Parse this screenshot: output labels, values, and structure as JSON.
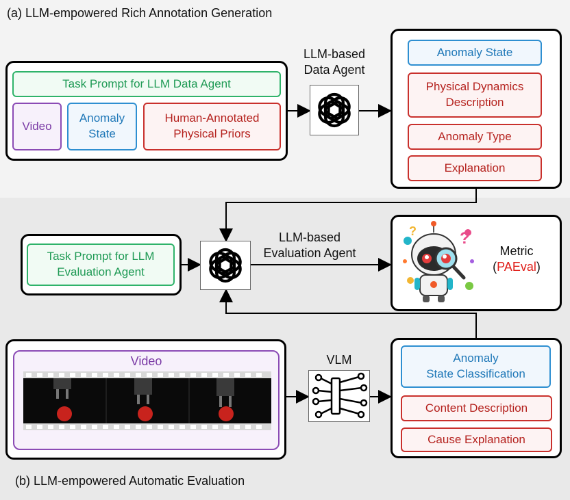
{
  "panel_a": {
    "title": "(a) LLM-empowered Rich Annotation Generation",
    "input_prompt": "Task Prompt for LLM Data Agent",
    "input_video": "Video",
    "input_anomaly_state_l1": "Anomaly",
    "input_anomaly_state_l2": "State",
    "input_priors_l1": "Human-Annotated",
    "input_priors_l2": "Physical Priors",
    "agent_label_l1": "LLM-based",
    "agent_label_l2": "Data Agent",
    "agent_icon": "openai-logo-icon",
    "output_anomaly_state": "Anomaly State",
    "output_dynamics_l1": "Physical Dynamics",
    "output_dynamics_l2": "Description",
    "output_anomaly_type": "Anomaly Type",
    "output_explanation": "Explanation"
  },
  "panel_b": {
    "title": "(b) LLM-empowered Automatic Evaluation",
    "eval_prompt_l1": "Task Prompt for LLM",
    "eval_prompt_l2": "Evaluation Agent",
    "agent_label_l1": "LLM-based",
    "agent_label_l2": "Evaluation Agent",
    "agent_icon": "openai-logo-icon",
    "metric_label": "Metric",
    "metric_open": "(",
    "metric_name": "PAEval",
    "metric_close": ")",
    "mascot_icon": "robot-magnifier-mascot-icon",
    "video_label": "Video",
    "vlm_label": "VLM",
    "vlm_icon": "neural-chip-icon",
    "output_classification_l1": "Anomaly",
    "output_classification_l2": "State Classification",
    "output_content": "Content Description",
    "output_cause": "Cause Explanation"
  },
  "colors": {
    "green": "#2fb36a",
    "blue": "#2e8fd1",
    "red": "#c9302c",
    "purple": "#8b4bb5",
    "paeval": "#e0201b"
  }
}
